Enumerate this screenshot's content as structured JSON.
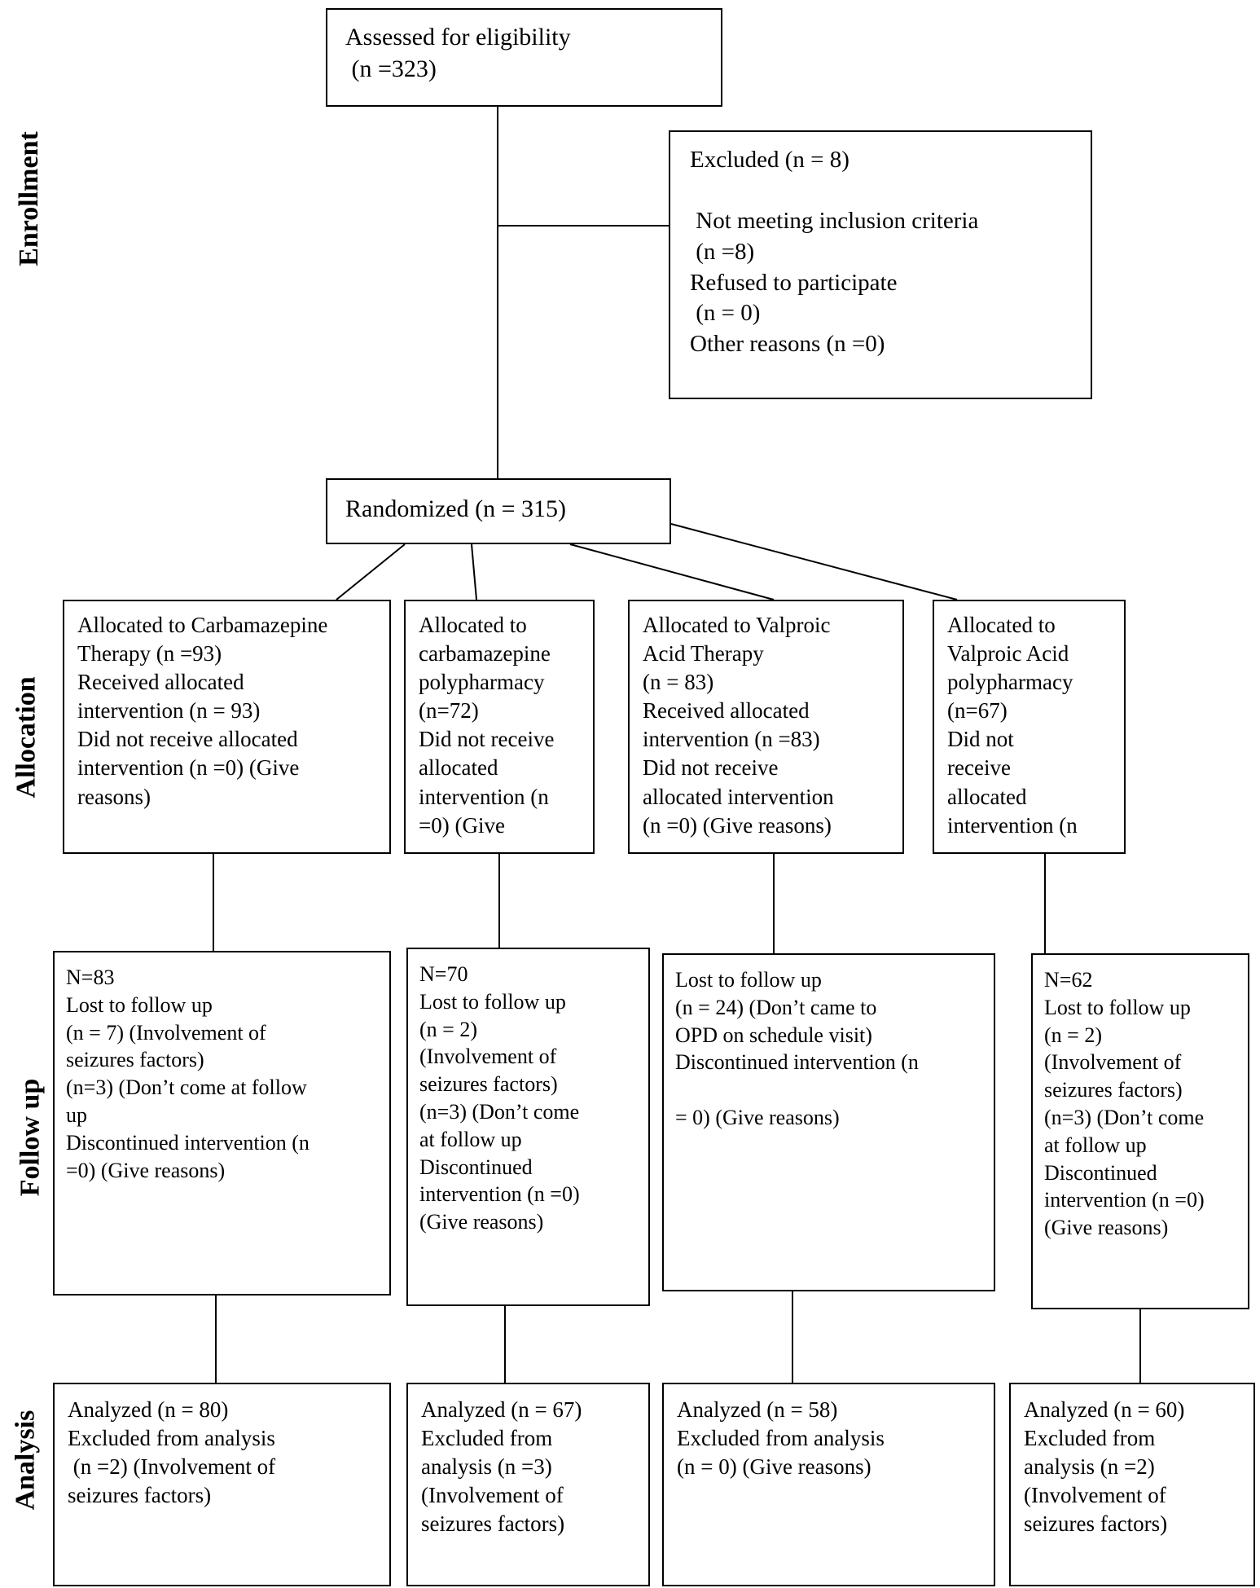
{
  "stage_labels": {
    "enrollment": "Enrollment",
    "allocation": "Allocation",
    "follow_up": "Follow up",
    "analysis": "Analysis"
  },
  "enrollment": {
    "assessed": "Assessed for eligibility\n (n =323)",
    "excluded": "Excluded (n = 8)\n\n Not meeting inclusion criteria\n (n =8)\nRefused to participate\n (n = 0)\nOther reasons (n =0)",
    "randomized": "Randomized (n = 315)"
  },
  "allocation": {
    "carbamazepine_therapy": "Allocated to Carbamazepine\nTherapy (n =93)\nReceived allocated\nintervention (n = 93)\nDid not receive allocated\nintervention (n =0) (Give\nreasons)",
    "carbamazepine_polypharmacy": "Allocated to\ncarbamazepine\npolypharmacy\n(n=72)\nDid not receive\nallocated\nintervention (n\n=0) (Give",
    "valproic_acid_therapy": "Allocated to Valproic\nAcid Therapy\n(n = 83)\nReceived allocated\nintervention (n =83)\nDid not receive\nallocated intervention\n(n =0) (Give reasons)",
    "valproic_acid_polypharmacy": "Allocated to\nValproic Acid\npolypharmacy\n(n=67)\nDid not\nreceive\nallocated\nintervention (n"
  },
  "follow_up": {
    "carbamazepine_therapy": "N=83\nLost to follow up\n(n = 7) (Involvement of\nseizures factors)\n(n=3) (Don’t come at follow\nup\nDiscontinued intervention (n\n=0) (Give reasons)",
    "carbamazepine_polypharmacy": "N=70\nLost to follow up\n(n = 2)\n(Involvement of\nseizures factors)\n(n=3) (Don’t come\nat follow up\nDiscontinued\nintervention (n =0)\n(Give reasons)",
    "valproic_acid_therapy": "Lost to follow up\n(n = 24) (Don’t came to\nOPD on schedule visit)\nDiscontinued intervention (n\n\n= 0) (Give reasons)",
    "valproic_acid_polypharmacy": "N=62\nLost to follow up\n(n = 2)\n(Involvement of\nseizures factors)\n(n=3) (Don’t come\nat follow up\nDiscontinued\nintervention (n =0)\n(Give reasons)"
  },
  "analysis": {
    "carbamazepine_therapy": "Analyzed (n = 80)\nExcluded from analysis\n (n =2) (Involvement of\nseizures factors)",
    "carbamazepine_polypharmacy": "Analyzed (n = 67)\nExcluded from\nanalysis (n =3)\n(Involvement of\nseizures factors)",
    "valproic_acid_therapy": "Analyzed (n = 58)\nExcluded from analysis\n(n = 0) (Give reasons)",
    "valproic_acid_polypharmacy": "Analyzed (n = 60)\nExcluded from\nanalysis (n =2)\n(Involvement of\nseizures factors)"
  }
}
